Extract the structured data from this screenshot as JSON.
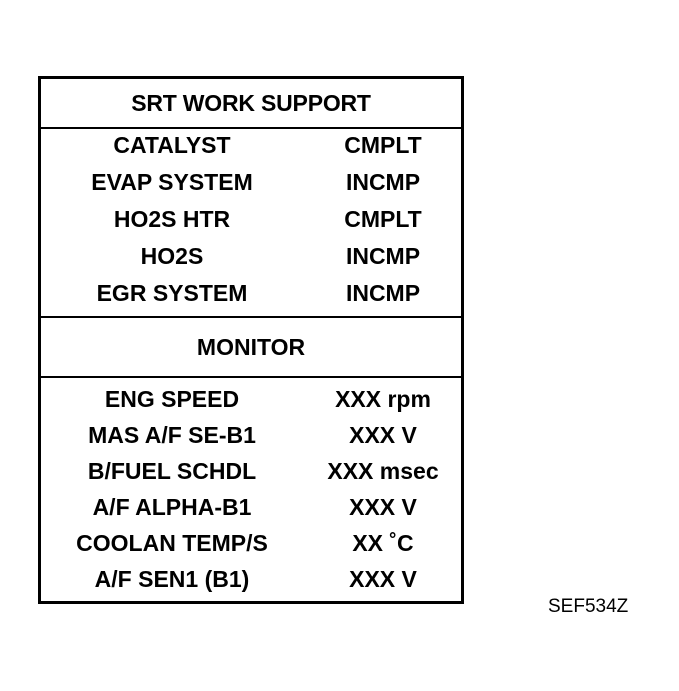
{
  "header": {
    "title": "SRT WORK SUPPORT"
  },
  "srt_items": [
    {
      "name": "CATALYST",
      "status": "CMPLT"
    },
    {
      "name": "EVAP SYSTEM",
      "status": "INCMP"
    },
    {
      "name": "HO2S HTR",
      "status": "CMPLT"
    },
    {
      "name": "HO2S",
      "status": "INCMP"
    },
    {
      "name": "EGR SYSTEM",
      "status": "INCMP"
    }
  ],
  "monitor": {
    "title": "MONITOR",
    "items": [
      {
        "name": "ENG SPEED",
        "value": "XXX rpm"
      },
      {
        "name": "MAS A/F SE-B1",
        "value": "XXX V"
      },
      {
        "name": "B/FUEL SCHDL",
        "value": "XXX msec"
      },
      {
        "name": "A/F ALPHA-B1",
        "value": "XXX V"
      },
      {
        "name": "COOLAN TEMP/S",
        "value": "XX ˚C"
      },
      {
        "name": "A/F SEN1 (B1)",
        "value": "XXX V"
      }
    ]
  },
  "figure_code": "SEF534Z"
}
